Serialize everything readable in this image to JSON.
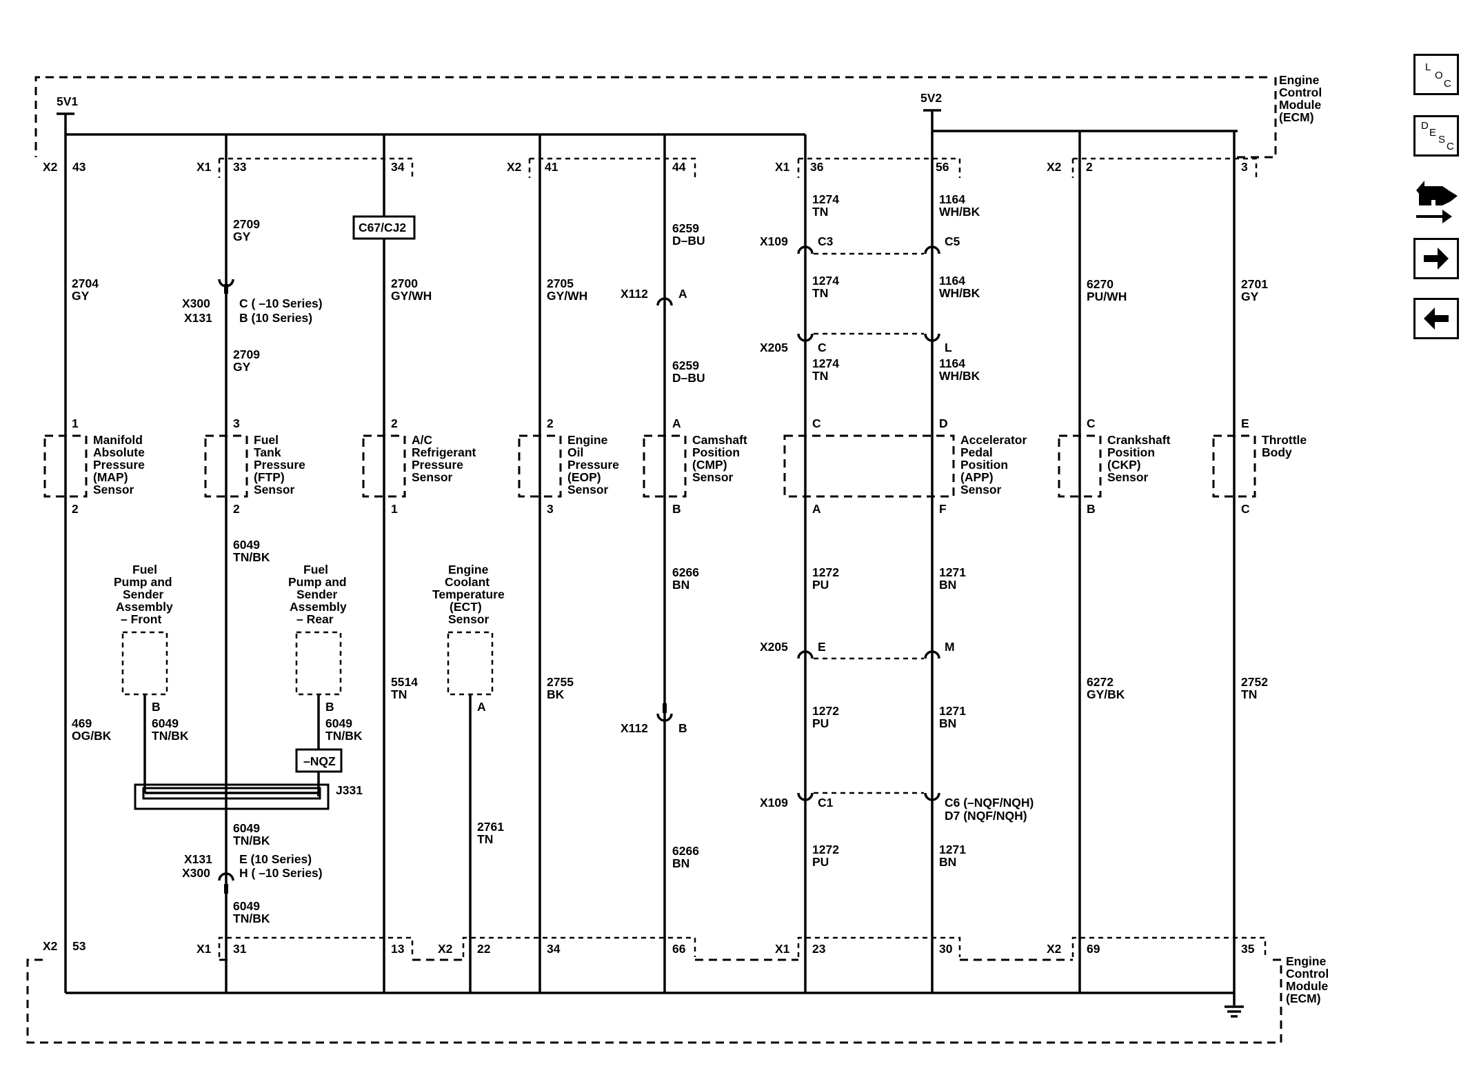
{
  "ecm_label": [
    "Engine",
    "Control",
    "Module",
    "(ECM)"
  ],
  "top_supply": [
    "5V1",
    "5V2"
  ],
  "top_connectors": [
    {
      "name": "X2",
      "pins": [
        "43"
      ]
    },
    {
      "name": "X1",
      "pins": [
        "33",
        "34"
      ]
    },
    {
      "name": "X2",
      "pins": [
        "41",
        "44"
      ]
    },
    {
      "name": "X1",
      "pins": [
        "36",
        "56"
      ]
    },
    {
      "name": "X2",
      "pins": [
        "2",
        "3"
      ]
    }
  ],
  "bottom_connectors": [
    {
      "name": "X2",
      "pins": [
        "53"
      ]
    },
    {
      "name": "X1",
      "pins": [
        "31",
        "13"
      ]
    },
    {
      "name": "X2",
      "pins": [
        "22",
        "34",
        "66"
      ]
    },
    {
      "name": "X1",
      "pins": [
        "23",
        "30"
      ]
    },
    {
      "name": "X2",
      "pins": [
        "69",
        "35"
      ]
    }
  ],
  "sensors": [
    {
      "name": [
        "Manifold",
        "Absolute",
        "Pressure",
        "(MAP)",
        "Sensor"
      ],
      "pin_top": "1",
      "pin_bottom": "2"
    },
    {
      "name": [
        "Fuel",
        "Tank",
        "Pressure",
        "(FTP)",
        "Sensor"
      ],
      "pin_top": "3",
      "pin_bottom": "2"
    },
    {
      "name": [
        "A/C",
        "Refrigerant",
        "Pressure",
        "Sensor"
      ],
      "pin_top": "2",
      "pin_bottom": "1"
    },
    {
      "name": [
        "Engine",
        "Oil",
        "Pressure",
        "(EOP)",
        "Sensor"
      ],
      "pin_top": "2",
      "pin_bottom": "3"
    },
    {
      "name": [
        "Camshaft",
        "Position",
        "(CMP)",
        "Sensor"
      ],
      "pin_top": "A",
      "pin_bottom": "B"
    },
    {
      "name": [
        "Accelerator",
        "Pedal",
        "Position",
        "(APP)",
        "Sensor"
      ],
      "pin_top": [
        "C",
        "D"
      ],
      "pin_bottom": [
        "A",
        "F"
      ]
    },
    {
      "name": [
        "Crankshaft",
        "Position",
        "(CKP)",
        "Sensor"
      ],
      "pin_top": "C",
      "pin_bottom": "B"
    },
    {
      "name": [
        "Throttle",
        "Body"
      ],
      "pin_top": "E",
      "pin_bottom": "C"
    }
  ],
  "small_components": [
    {
      "name": [
        "Fuel",
        "Pump and",
        "Sender",
        "Assembly",
        "– Front"
      ],
      "pin": "B"
    },
    {
      "name": [
        "Fuel",
        "Pump and",
        "Sender",
        "Assembly",
        "– Rear"
      ],
      "pin": "B"
    },
    {
      "name": [
        "Engine",
        "Coolant",
        "Temperature",
        "(ECT)",
        "Sensor"
      ],
      "pin": "A"
    }
  ],
  "wire_labels": [
    [
      "2704",
      "GY"
    ],
    [
      "2709",
      "GY"
    ],
    [
      "2709",
      "GY"
    ],
    [
      "2700",
      "GY/WH"
    ],
    [
      "2705",
      "GY/WH"
    ],
    [
      "6259",
      "D–BU"
    ],
    [
      "6259",
      "D–BU"
    ],
    [
      "1274",
      "TN"
    ],
    [
      "1274",
      "TN"
    ],
    [
      "1274",
      "TN"
    ],
    [
      "1164",
      "WH/BK"
    ],
    [
      "1164",
      "WH/BK"
    ],
    [
      "1164",
      "WH/BK"
    ],
    [
      "6270",
      "PU/WH"
    ],
    [
      "2701",
      "GY"
    ],
    [
      "469",
      "OG/BK"
    ],
    [
      "6049",
      "TN/BK"
    ],
    [
      "6049",
      "TN/BK"
    ],
    [
      "6049",
      "TN/BK"
    ],
    [
      "6049",
      "TN/BK"
    ],
    [
      "6049",
      "TN/BK"
    ],
    [
      "5514",
      "TN"
    ],
    [
      "2755",
      "BK"
    ],
    [
      "2761",
      "TN"
    ],
    [
      "6266",
      "BN"
    ],
    [
      "6266",
      "BN"
    ],
    [
      "1272",
      "PU"
    ],
    [
      "1272",
      "PU"
    ],
    [
      "1272",
      "PU"
    ],
    [
      "1271",
      "BN"
    ],
    [
      "1271",
      "BN"
    ],
    [
      "1271",
      "BN"
    ],
    [
      "6272",
      "GY/BK"
    ],
    [
      "2752",
      "TN"
    ]
  ],
  "inline_connectors": {
    "x300_x131_top": [
      "X300",
      "X131",
      "C ( –10 Series)",
      "B (10 Series)"
    ],
    "x131_x300_bottom": [
      "X131",
      "X300",
      "E (10 Series)",
      "H ( –10 Series)"
    ],
    "c67": "C67/CJ2",
    "nqz": "–NQZ",
    "j331": "J331",
    "x112_a": [
      "X112",
      "A"
    ],
    "x112_b": [
      "X112",
      "B"
    ],
    "x109_top": [
      "X109",
      "C3",
      "C5"
    ],
    "x205_top": [
      "X205",
      "C",
      "L"
    ],
    "x205_bottom": [
      "X205",
      "E",
      "M"
    ],
    "x109_bottom": [
      "X109",
      "C1",
      "C6 (–NQF/NQH)",
      "D7 (NQF/NQH)"
    ]
  },
  "nav": {
    "loc": [
      "L",
      "O",
      "C"
    ],
    "desc": [
      "D",
      "E",
      "S",
      "C"
    ],
    "buttons": [
      "loc-button",
      "desc-button",
      "connector-view-button",
      "next-button",
      "previous-button"
    ]
  }
}
